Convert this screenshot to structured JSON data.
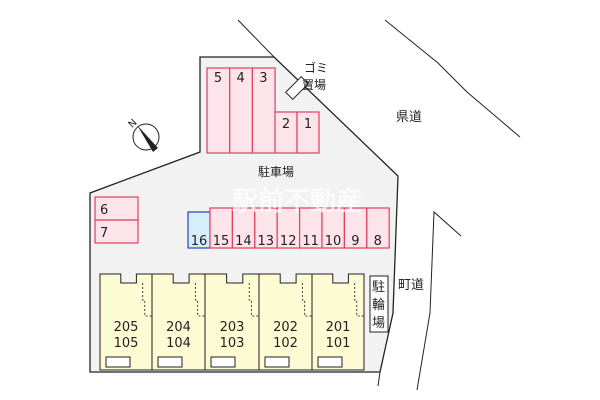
{
  "labels": {
    "prefectural_road": "県道",
    "town_road": "町道",
    "parking": "駐車場",
    "garbage": [
      "ゴミ",
      "置場"
    ],
    "bicycle": [
      "駐",
      "輪",
      "場"
    ],
    "compass": "N",
    "watermark": "駅前不動産"
  },
  "parking_top": [
    "5",
    "4",
    "3"
  ],
  "parking_top_small": [
    "2",
    "1"
  ],
  "parking_left": [
    "6",
    "7"
  ],
  "parking_row": [
    "16",
    "15",
    "14",
    "13",
    "12",
    "11",
    "10",
    "9",
    "8"
  ],
  "units": [
    {
      "upper": "205",
      "lower": "105"
    },
    {
      "upper": "204",
      "lower": "104"
    },
    {
      "upper": "203",
      "lower": "103"
    },
    {
      "upper": "202",
      "lower": "102"
    },
    {
      "upper": "201",
      "lower": "101"
    }
  ],
  "colors": {
    "lot": "#f2f2f2",
    "parking_fill": "#fde3ea",
    "parking_stroke": "#e0405a",
    "parking_special_fill": "#d6eefa",
    "parking_special_stroke": "#2a3fbf",
    "building": "#fdfbd3"
  }
}
